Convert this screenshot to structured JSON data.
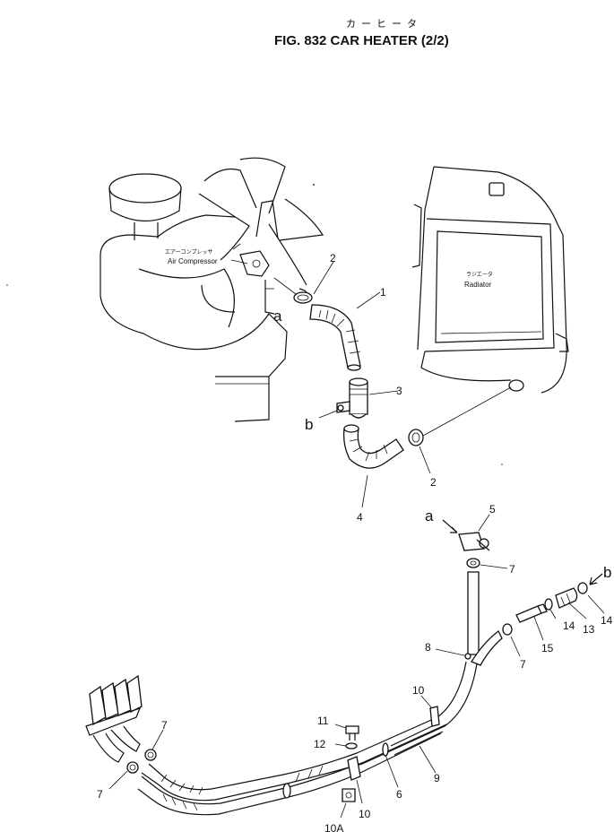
{
  "title": {
    "japanese": "カーヒータ",
    "english": "FIG. 832  CAR HEATER (2/2)"
  },
  "components": {
    "air_compressor": {
      "japanese": "エアーコンプレッサ",
      "english": "Air Compressor"
    },
    "radiator": {
      "japanese": "ラジエータ",
      "english": "Radiator"
    }
  },
  "connection_letters": {
    "a_top": "a",
    "b_top": "b",
    "a_right": "a",
    "b_right": "b"
  },
  "callouts": {
    "c1": "1",
    "c2a": "2",
    "c2b": "2",
    "c3": "3",
    "c4": "4",
    "c5": "5",
    "c6": "6",
    "c7a": "7",
    "c7b": "7",
    "c7c": "7",
    "c7d": "7",
    "c8": "8",
    "c9": "9",
    "c10a": "10",
    "c10b": "10",
    "c10A": "10A",
    "c11": "11",
    "c12": "12",
    "c13": "13",
    "c14a": "14",
    "c14b": "14",
    "c15": "15"
  }
}
